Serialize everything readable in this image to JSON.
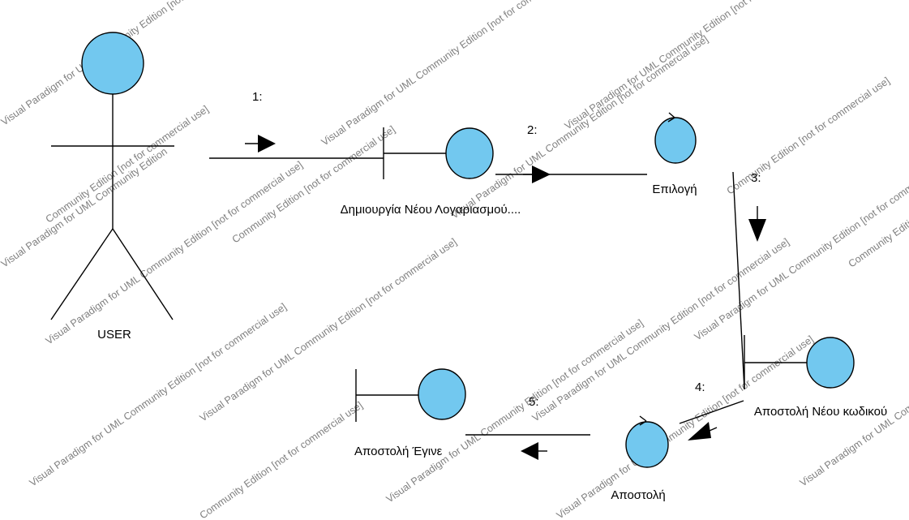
{
  "diagram": {
    "actor_name": "USER",
    "objects": {
      "create_account": "Δημιουργία Νέου Λογαριασμού....",
      "selection": "Επιλογή",
      "send_new_code": "Αποστολή Νέου κωδικού",
      "send": "Αποστολή",
      "send_done": "Αποστολή Έγινε"
    },
    "messages": {
      "m1": "1:",
      "m2": "2:",
      "m3": "3:",
      "m4": "4:",
      "m5": "5:"
    }
  },
  "watermark": {
    "text_a": "Visual Paradigm for UML Community Edition [not for commercial use]",
    "text_b": "Community Edition [not for commercial use]",
    "text_c": "Visual Paradigm for UML Community Edition"
  },
  "colors": {
    "object_fill": "#72c8ef",
    "line": "#000000",
    "watermark": "#7f7f7f"
  }
}
